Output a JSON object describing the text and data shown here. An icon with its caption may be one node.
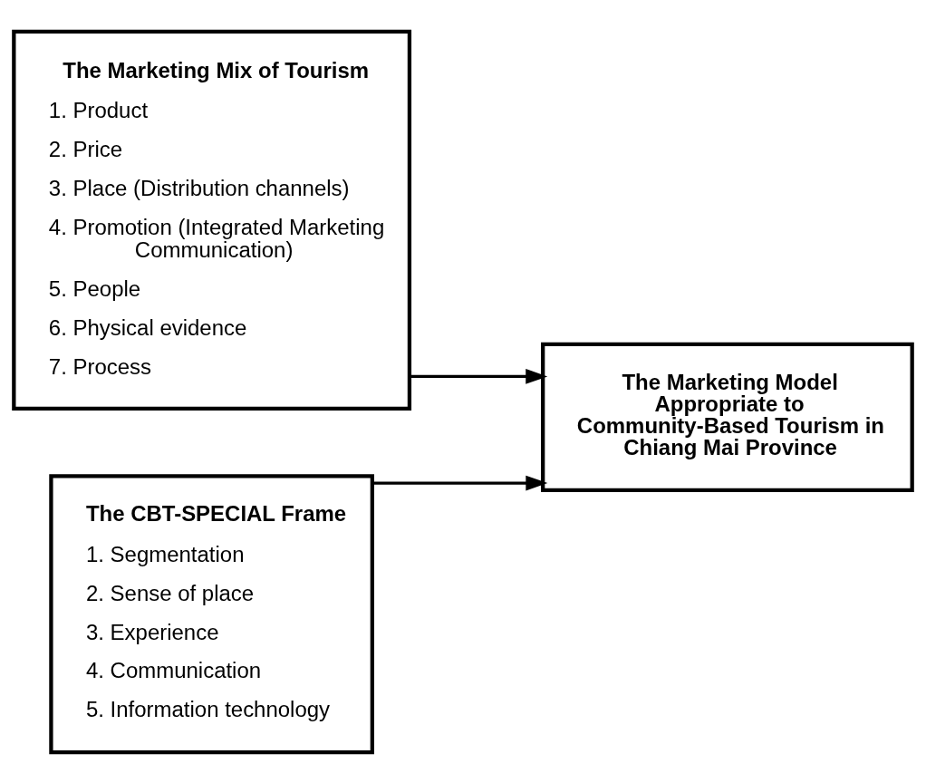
{
  "diagram": {
    "nodes": [
      {
        "text": [
          "The Marketing Mix of Tourism",
          "1. Product",
          "2. Price",
          "3. Place (Distribution channels)",
          "4. Promotion (Integrated Marketing Communication)",
          "5. People",
          "6. Physical evidence",
          "7. Process"
        ]
      },
      {
        "text": [
          "The CBT-SPECIAL Frame",
          "1. Segmentation",
          "2. Sense of place",
          "3. Experience",
          "4. Communication",
          "5. Information technology"
        ]
      },
      {
        "text": [
          "The Marketing Model Appropriate to Community-Based Tourism in Chiang Mai Province"
        ]
      }
    ],
    "edges": [
      {
        "from": 0,
        "to": 2,
        "arrow": "to"
      },
      {
        "from": 1,
        "to": 2,
        "arrow": "to"
      }
    ]
  }
}
